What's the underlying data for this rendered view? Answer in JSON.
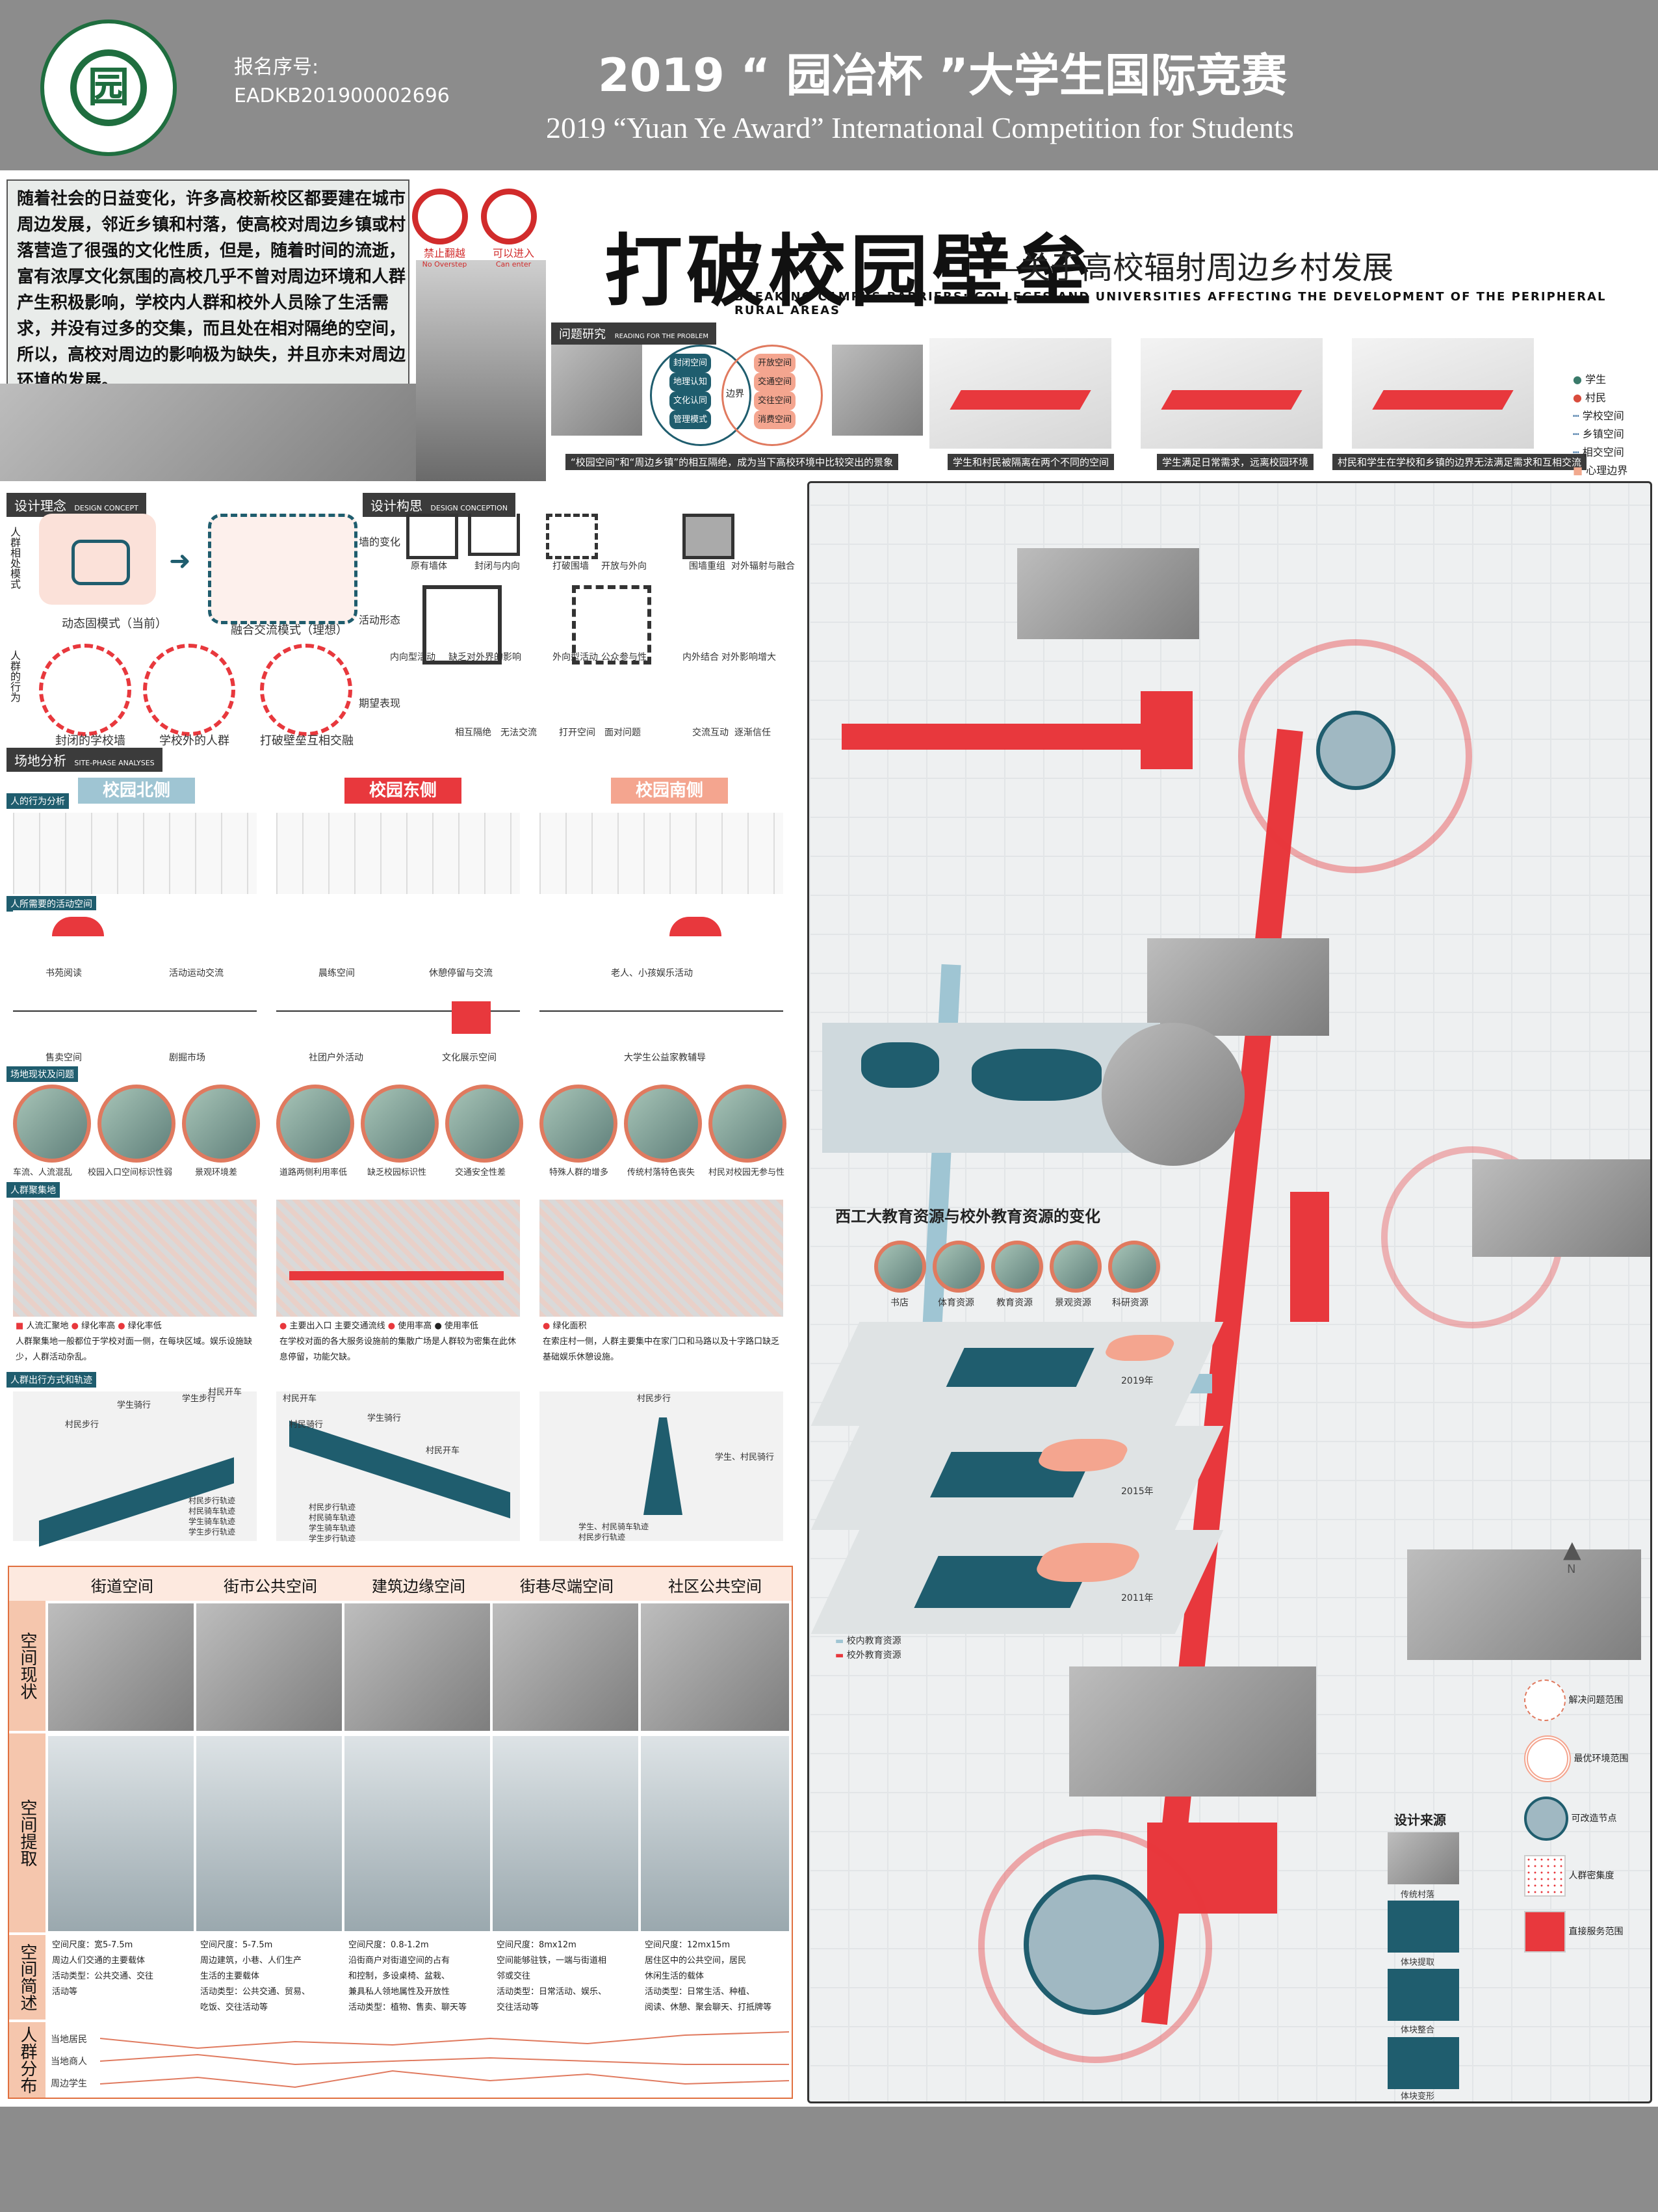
{
  "header": {
    "reg_label": "报名序号:",
    "reg_number": "EADKB201900002696",
    "title_cn": "2019 “ 园冶杯 ”大学生国际竞赛",
    "title_en": "2019 “Yuan Ye Award” International Competition for  Students",
    "logo_char": "园"
  },
  "intro": {
    "text": "随着社会的日益变化，许多高校新校区都要建在城市周边发展，邻近乡镇和村落，使高校对周边乡镇或村落营造了很强的文化性质，但是，随着时间的流逝，富有浓厚文化氛围的高校几乎不曾对周边环境和人群产生积极影响，学校内人群和校外人员除了生活需求，并没有过多的交集，而且处在相对隔绝的空间，所以，高校对周边的影响极为缺失，并且亦未对周边环境的发展。",
    "sign1": "禁止翻越",
    "sign1_en": "No Overstep",
    "sign2": "可以进入",
    "sign2_en": "Can enter"
  },
  "title": {
    "main": "打破校园壁垒",
    "subtitle": "—关于高校辐射周边乡村发展",
    "english": "BREAKING CAMPUS BARRIERS: COLLEGES AND UNIVERSITIES AFFECTING THE DEVELOPMENT OF THE PERIPHERAL RURAL AREAS"
  },
  "problem": {
    "label": "问题研究",
    "label_en": "READING FOR THE PROBLEM",
    "left_items": [
      "封闭空间",
      "地理认知",
      "文化认同",
      "管理模式"
    ],
    "right_items": [
      "开放空间",
      "交通空间",
      "交往空间",
      "消费空间"
    ],
    "center": "边界",
    "caption": "“校园空间”和“周边乡镇”的相互隔绝，成为当下高校环境中比较突出的景象",
    "captions_3d": [
      "学生和村民被隔离在两个不同的空间",
      "学生满足日常需求，远离校园环境",
      "村民和学生在学校和乡镇的边界无法满足需求和互相交流"
    ],
    "legend": [
      {
        "label": "学生",
        "color": "#3a7a6a"
      },
      {
        "label": "村民",
        "color": "#d94c3d"
      },
      {
        "label": "学校空间",
        "color": "#4a7aa8"
      },
      {
        "label": "乡镇空间",
        "color": "#4a7aa8"
      },
      {
        "label": "相交空间",
        "color": "#4a7aa8"
      },
      {
        "label": "心理边界",
        "color": "#f1a98e"
      }
    ]
  },
  "design_concept": {
    "label": "设计理念",
    "label_en": "DESIGN CONCEPT",
    "row1_side": "人群相处模式",
    "row2_side": "人群的行为",
    "row1_captions": [
      "动态固模式（当前）",
      "融合交流模式（理想）"
    ],
    "row2_captions": [
      "封闭的学校墙",
      "学校外的人群",
      "打破壁垒互相交融"
    ]
  },
  "design_conception": {
    "label": "设计构思",
    "label_en": "DESIGN CONCEPTION",
    "rows": [
      {
        "side": "墙的变化",
        "captions": [
          "原有墙体",
          "封闭与内向",
          "打破围墙",
          "开放与外向",
          "围墙重组",
          "对外辐射与融合"
        ]
      },
      {
        "side": "活动形态",
        "captions": [
          "内向型活动",
          "缺乏对外界的影响",
          "外向型活动",
          "公众参与性",
          "内外结合",
          "对外影响增大"
        ]
      },
      {
        "side": "期望表现",
        "captions": [
          "相互隔绝",
          "无法交流",
          "打开空间",
          "面对问题",
          "交流互动",
          "逐渐信任"
        ]
      }
    ]
  },
  "site_analysis": {
    "label": "场地分析",
    "label_en": "SITE-PHASE ANALYSES",
    "columns": [
      {
        "name": "校园北侧",
        "color": "#9fc5d3"
      },
      {
        "name": "校园东侧",
        "color": "#e8383d"
      },
      {
        "name": "校园南侧",
        "color": "#f4a58f"
      }
    ],
    "rows": [
      "人的行为分析",
      "人所需要的活动空间",
      "场地现状及问题",
      "人群聚集地",
      "人群出行方式和轨迹"
    ],
    "activity_labels": [
      [
        "书苑阅读",
        "活动运动交流",
        "售卖空间",
        "剧掘市场"
      ],
      [
        "晨练空间",
        "休憩停留与交流",
        "社团户外活动",
        "文化展示空间"
      ],
      [
        "老人、小孩娱乐活动",
        "大学生公益家教辅导"
      ]
    ],
    "problem_labels": [
      [
        "车流、人流混乱",
        "校园入口空间标识性弱",
        "景观环境差"
      ],
      [
        "道路两侧利用率低",
        "缺乏校园标识性",
        "交通安全性差"
      ],
      [
        "特殊人群的增多",
        "传统村落特色丧失",
        "村民对校园无参与性"
      ]
    ],
    "gather_notes": [
      {
        "legend": [
          "人流汇聚地",
          "绿化率高",
          "绿化率低"
        ],
        "text": "人群聚集地一般都位于学校对面一侧，在每块区域。娱乐设施缺少，人群活动杂乱。"
      },
      {
        "legend": [
          "主要出入口",
          "主要交通流线",
          "使用率高",
          "使用率低"
        ],
        "text": "在学校对面的各大服务设施前的集散广场是人群较为密集在此休息停留，功能欠缺。"
      },
      {
        "legend": [
          "绿化面积"
        ],
        "text": "在索庄村一侧，人群主要集中在家门口和马路以及十字路口缺乏基础娱乐休憩设施。"
      }
    ],
    "trajectory_labels": [
      [
        "学生骑行",
        "学生步行",
        "村民步行",
        "村民开车"
      ],
      [
        "村民开车",
        "村民骑行",
        "学生骑行",
        "村民开车"
      ],
      [
        "村民步行",
        "学生、村民骑行"
      ]
    ],
    "trajectory_legend": [
      [
        "村民步行轨迹",
        "村民骑车轨迹",
        "学生骑车轨迹",
        "学生步行轨迹"
      ],
      [
        "村民步行轨迹",
        "村民骑车轨迹",
        "学生骑车轨迹",
        "学生步行轨迹"
      ],
      [
        "学生、村民骑车轨迹",
        "村民步行轨迹"
      ]
    ]
  },
  "table": {
    "columns": [
      "街道空间",
      "街市公共空间",
      "建筑边缘空间",
      "街巷尽端空间",
      "社区公共空间"
    ],
    "row_heads": [
      "空间现状",
      "空间提取",
      "空间简述",
      "人群分布"
    ],
    "descriptions": [
      [
        "空间尺度：宽5-7.5m",
        "周边人们交通的主要载体",
        "活动类型：公共交通、交往",
        "活动等"
      ],
      [
        "空间尺度：5-7.5m",
        "周边建筑，小巷、人们生产",
        "生活的主要载体",
        "活动类型：公共交通、贸易、",
        "吃饭、交往活动等"
      ],
      [
        "空间尺度：0.8-1.2m",
        "沿街商户对街道空间的占有",
        "和控制，多设桌椅、盆栽、",
        "兼具私人领地属性及开放性",
        "活动类型：植物、售卖、聊天等"
      ],
      [
        "空间尺度：8mx12m",
        "空间能够驻铁，一端与街道相",
        "邻或交往",
        "活动类型：日常活动、娱乐、",
        "交往活动等"
      ],
      [
        "空间尺度：12mx15m",
        "居住区中的公共空间，居民",
        "休闲生活的载体",
        "活动类型：日常生活、种植、",
        "阅读、休憩、聚会聊天、打抵牌等"
      ]
    ],
    "crowd_labels": [
      "当地居民",
      "当地商人",
      "周边学生"
    ]
  },
  "map": {
    "resources_title": "西工大教育资源与校外教育资源的变化",
    "resource_items": [
      "书店",
      "体育资源",
      "教育资源",
      "景观资源",
      "科研资源"
    ],
    "years": [
      "2019年",
      "2015年",
      "2011年"
    ],
    "resource_legend": [
      "校内教育资源",
      "校外教育资源"
    ],
    "legend": [
      "解决问题范围",
      "最优环境范围",
      "可改造节点",
      "人群密集度",
      "直接服务范围"
    ],
    "design_source": "设计来源",
    "source_items": [
      "传统村落",
      "体块提取",
      "体块整合",
      "体块变形"
    ],
    "north": "N"
  },
  "colors": {
    "accent_red": "#e8383d",
    "accent_pink": "#f4a58f",
    "accent_teal": "#1f5d6e",
    "header_grey": "#8c8c8c"
  }
}
